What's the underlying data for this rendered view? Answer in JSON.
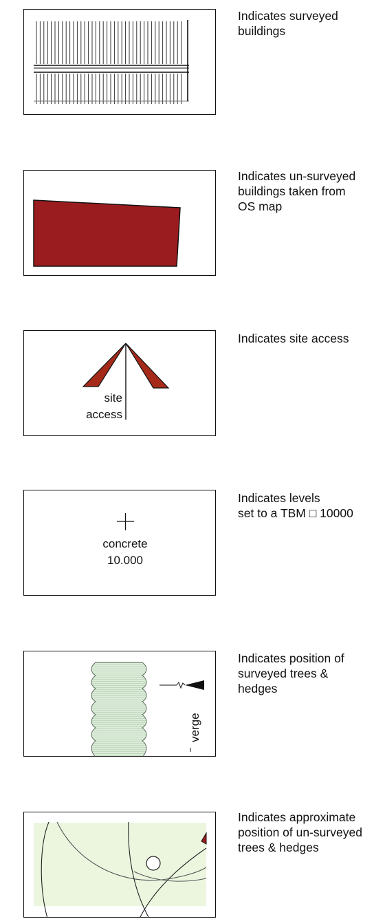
{
  "legend": [
    {
      "id": "surveyed-buildings",
      "description": "Indicates surveyed\nbuildings"
    },
    {
      "id": "unsurveyed-buildings",
      "description": "Indicates un-surveyed\nbuildings taken from\nOS map"
    },
    {
      "id": "site-access",
      "description": "Indicates site access",
      "label_line1": "site",
      "label_line2": "access"
    },
    {
      "id": "levels",
      "description": "Indicates levels\nset to a TBM □ 10000",
      "label_material": "concrete",
      "label_value": "10.000"
    },
    {
      "id": "surveyed-trees",
      "description": "Indicates position of\nsurveyed trees &\nhedges",
      "label_verge": "verge"
    },
    {
      "id": "unsurveyed-trees",
      "description": "Indicates approximate\nposition of un-surveyed\ntrees & hedges"
    }
  ],
  "colors": {
    "building_fill": "#9b1c1f",
    "access_arrow_fill": "#a52a1a",
    "hedge_fill": "#d8ead6",
    "tree_fill": "#ecf6df",
    "outline": "#111111"
  }
}
